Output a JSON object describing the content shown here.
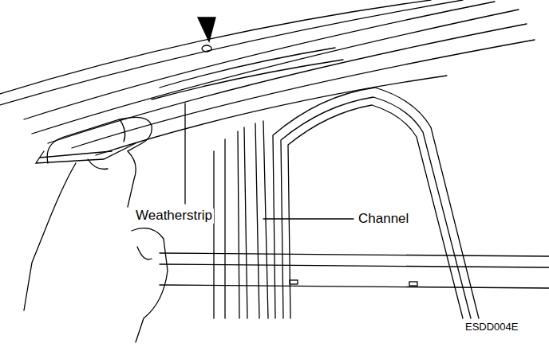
{
  "diagram": {
    "labels": [
      "Weatherstrip",
      "Channel",
      "ESDD004E"
    ]
  }
}
